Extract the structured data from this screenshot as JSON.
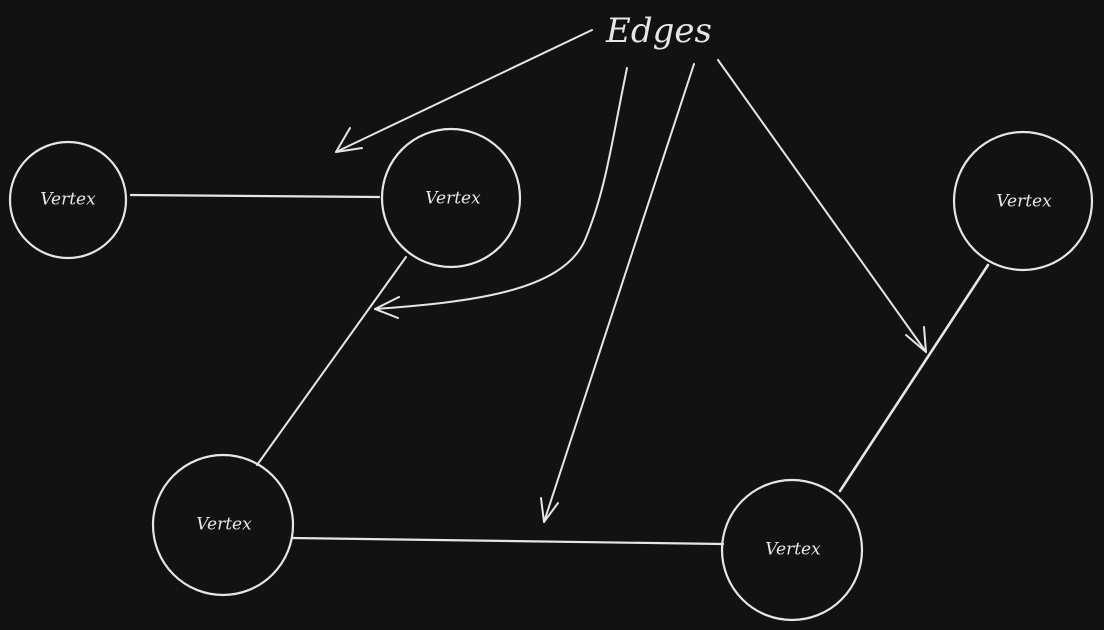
{
  "diagram": {
    "title": "Edges",
    "vertices": [
      {
        "id": "v1",
        "label": "Vertex"
      },
      {
        "id": "v2",
        "label": "Vertex"
      },
      {
        "id": "v3",
        "label": "Vertex"
      },
      {
        "id": "v4",
        "label": "Vertex"
      },
      {
        "id": "v5",
        "label": "Vertex"
      }
    ],
    "edges": [
      {
        "from": "v1",
        "to": "v2"
      },
      {
        "from": "v2",
        "to": "v4"
      },
      {
        "from": "v4",
        "to": "v5"
      },
      {
        "from": "v5",
        "to": "v3"
      }
    ],
    "stroke_color": "#e6e6e6",
    "background_color": "#121212"
  }
}
